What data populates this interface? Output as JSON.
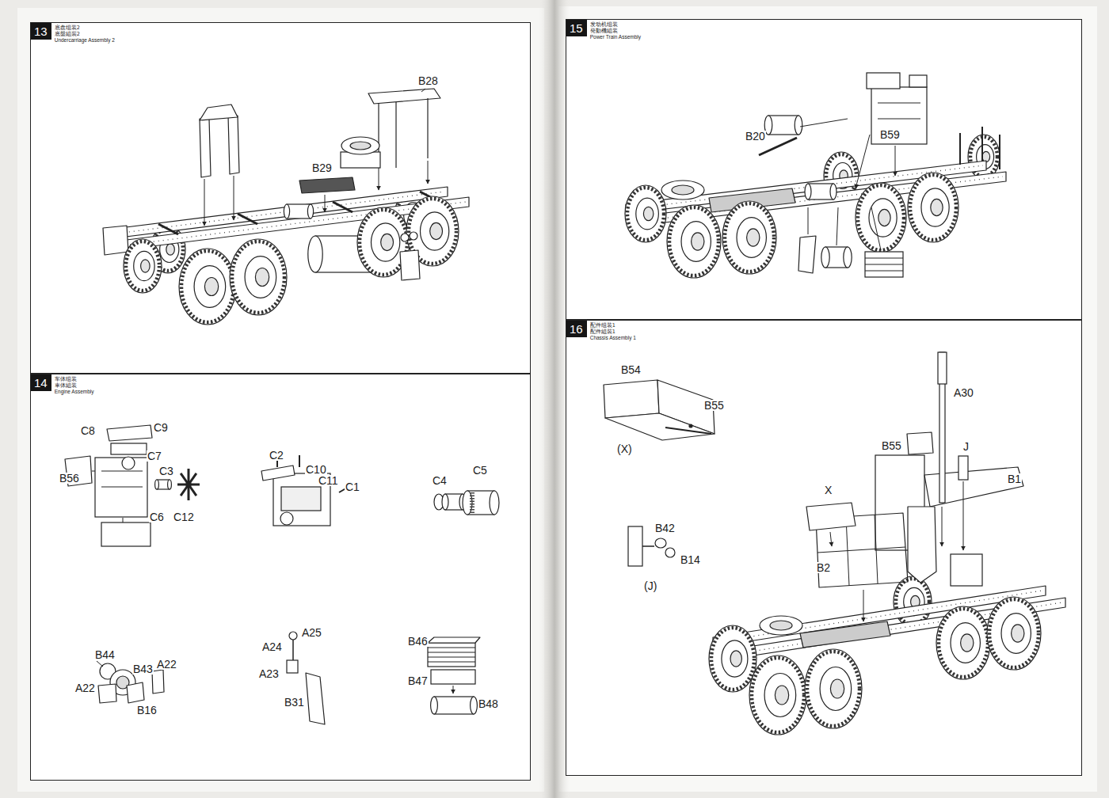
{
  "diagram": {
    "nodes": [
      {
        "text": [
          "底盘组装2",
          "底盤組裝2",
          "Undercarriage Assembly 2"
        ]
      },
      {
        "text": [
          "13"
        ],
        "in": 0
      },
      {
        "text": [
          "车体组装",
          "車体組装",
          "Engine Assembly"
        ]
      },
      {
        "text": [
          "14"
        ],
        "in": 2
      },
      {
        "text": [
          "发动机组装",
          "発動機組装",
          "Power Train Assembly"
        ]
      },
      {
        "text": [
          "15"
        ],
        "in": 4
      },
      {
        "text": [
          "配件组装1",
          "配件組裝1",
          "Chassis Assembly 1"
        ]
      },
      {
        "text": [
          "16"
        ],
        "in": 6
      }
    ],
    "labels": [
      "B28",
      "B29",
      "B20",
      "B59",
      "C8",
      "C9",
      "C7",
      "B56",
      "C3",
      "C6",
      "C12",
      "C2",
      "C10",
      "C11",
      "C1",
      "C4",
      "C5",
      "B44",
      "B43",
      "A22",
      "A22",
      "B16",
      "A24",
      "A25",
      "A23",
      "B31",
      "B46",
      "B47",
      "B48",
      "B54",
      "B55",
      "(X)",
      "A30",
      "B55",
      "J",
      "B1",
      "X",
      "B42",
      "B14",
      "(J)",
      "B2"
    ]
  }
}
